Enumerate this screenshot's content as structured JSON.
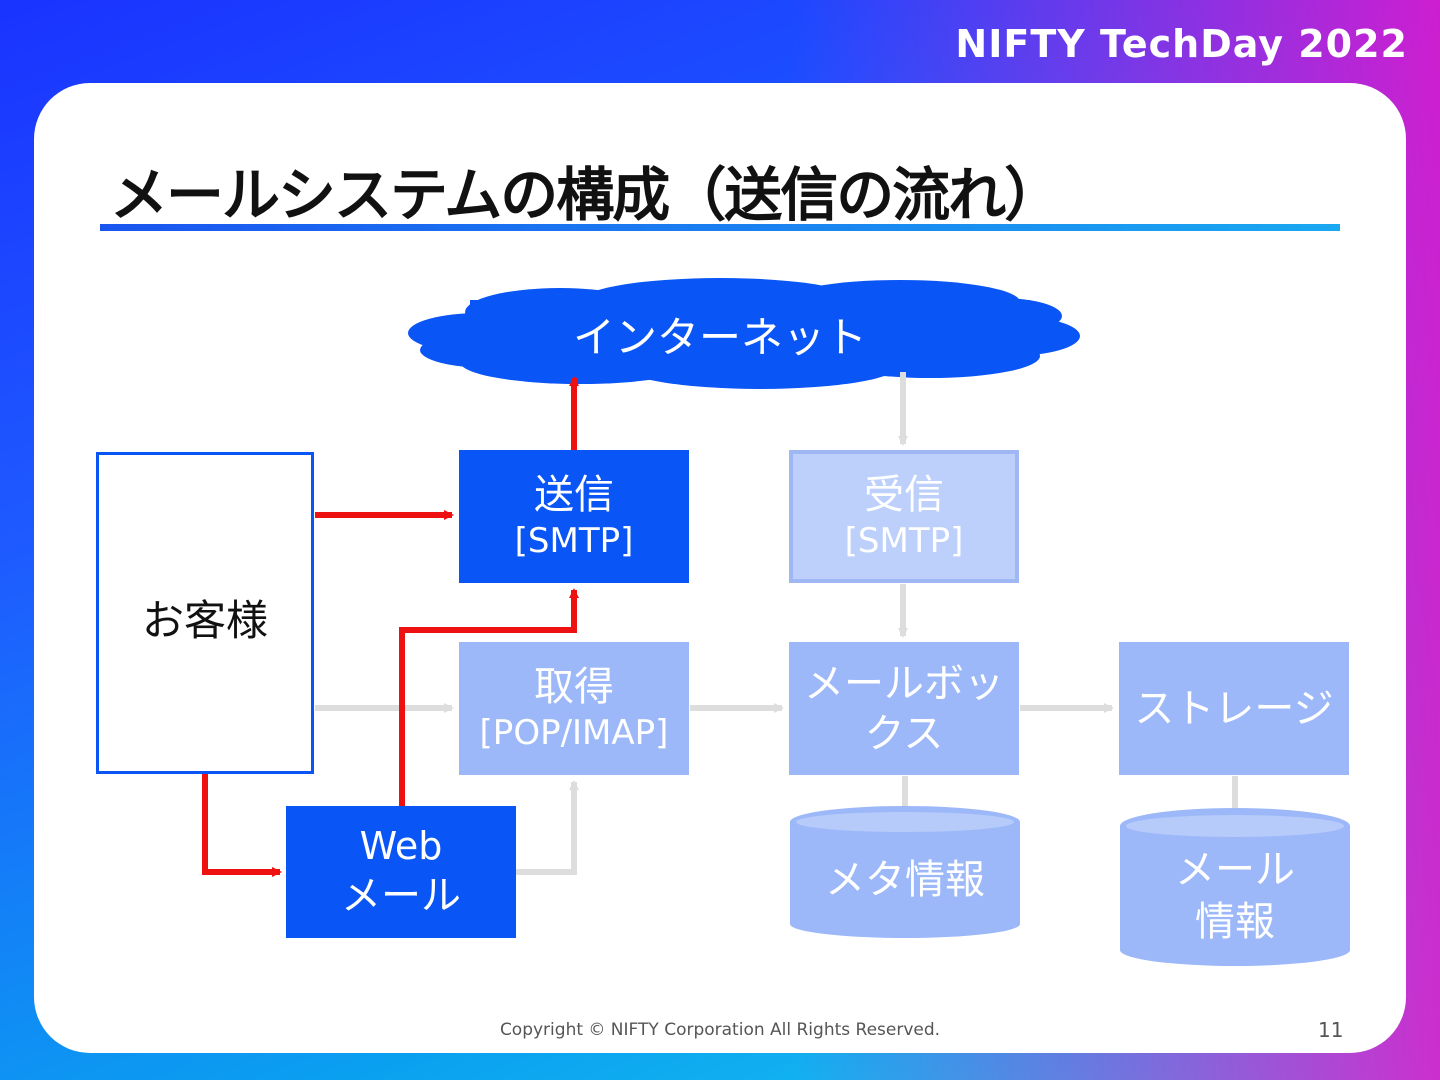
{
  "brand": "NIFTY TechDay 2022",
  "title": "メールシステムの構成（送信の流れ）",
  "nodes": {
    "internet": "インターネット",
    "customer": "お客様",
    "send": {
      "line1": "送信",
      "line2": "[SMTP]"
    },
    "receive": {
      "line1": "受信",
      "line2": "[SMTP]"
    },
    "fetch": {
      "line1": "取得",
      "line2": "[POP/IMAP]"
    },
    "mailbox": {
      "line1": "メールボッ",
      "line2": "クス"
    },
    "storage": "ストレージ",
    "webmail": {
      "line1": "Web",
      "line2": "メール"
    },
    "meta_db": "メタ情報",
    "mail_db": {
      "line1": "メール",
      "line2": "情報"
    }
  },
  "colors": {
    "dark_node": "#0a55f5",
    "light_node": "#9cb8f8",
    "active_arrow": "#ee1111",
    "inactive_arrow": "#dddddd",
    "cloud": "#0a55f5"
  },
  "footer": "Copyright © NIFTY Corporation All Rights Reserved.",
  "page_number": "11"
}
